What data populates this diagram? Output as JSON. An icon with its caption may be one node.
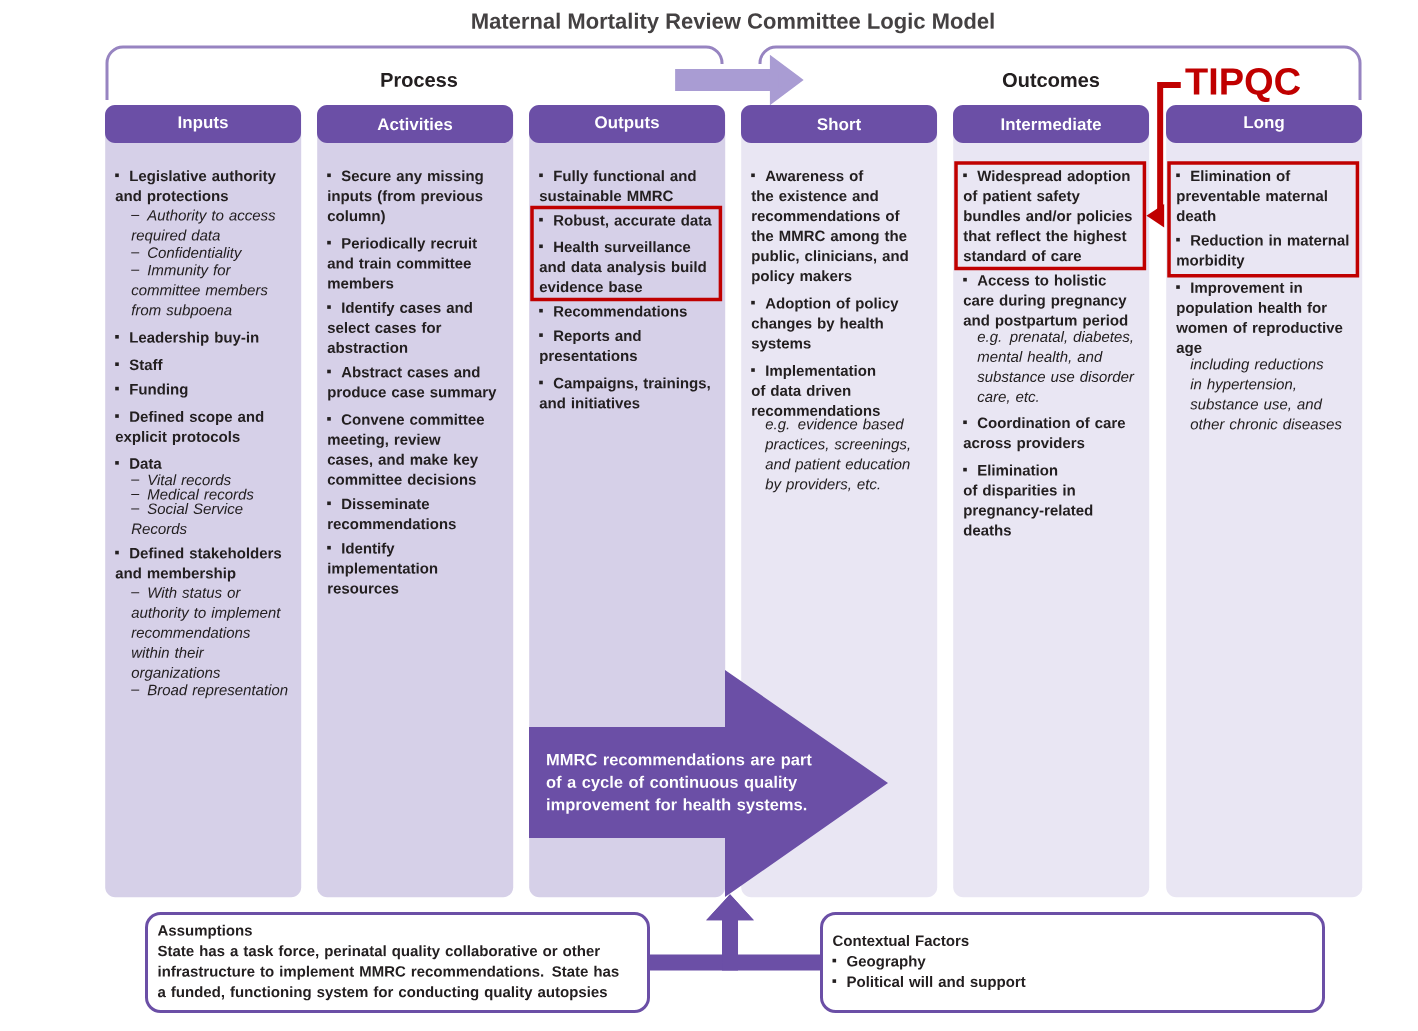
{
  "diagram": {
    "title": "Maternal Mortality Review Committee Logic Model",
    "nodes": [
      {
        "text": [
          "Process"
        ]
      },
      {
        "text": [
          "Outcomes"
        ]
      },
      {
        "text": [
          "Inputs",
          "Legislative authority and protections",
          "Authority to access required data",
          "Confidentiality",
          "Immunity for committee members from subpoena",
          "Leadership buy-in",
          "Staff",
          "Funding",
          "Defined scope and explicit protocols",
          "Data",
          "Vital records",
          "Medical records",
          "Social Service Records",
          "Defined stakeholders and membership",
          "With status or authority to implement recommendations within their organizations",
          "Broad representation"
        ]
      },
      {
        "text": [
          "Activities",
          "Secure any missing inputs (from previous column)",
          "Periodically recruit and train committee members",
          "Identify cases and select cases for abstraction",
          "Abstract cases and produce case summary",
          "Convene committee meeting, review cases, and make key committee decisions",
          "Disseminate recommendations",
          "Identify implementation resources"
        ]
      },
      {
        "text": [
          "Outputs",
          "Fully functional and sustainable MMRC",
          "Recommendations",
          "Reports and presentations",
          "Campaigns, trainings, and initiatives"
        ]
      },
      {
        "text": [
          "Short",
          "Awareness of the existence and recommendations of the MMRC among the public, clinicians, and policy makers",
          "Adoption of policy changes by health systems",
          "Implementation of data driven recommendations",
          "e.g. evidence based practices, screenings, and patient education by providers, etc."
        ]
      },
      {
        "text": [
          "Intermediate",
          "Access to holistic care during pregnancy and postpartum period",
          "e.g. prenatal, diabetes, mental health, and substance use disorder care, etc.",
          "Coordination of care across providers",
          "Elimination of disparities in pregnancy-related deaths"
        ]
      },
      {
        "text": [
          "Long",
          "Improvement in population health for women of reproductive age",
          "including reductions in hypertension, substance use, and other chronic diseases"
        ]
      },
      {
        "text": [
          "TIPQC"
        ],
        "in": 1
      },
      {
        "text": [
          "Robust, accurate data",
          "Health surveillance and data analysis build evidence base"
        ],
        "in": 4
      },
      {
        "text": [
          "Widespread adoption of patient safety bundles and/or policies that reflect the highest standard of care"
        ],
        "in": 6
      },
      {
        "text": [
          "Elimination of preventable maternal death",
          "Reduction in maternal morbidity"
        ],
        "in": 7
      },
      {
        "text": [
          "MMRC recommendations are part of a cycle of continuous quality improvement for health systems."
        ]
      },
      {
        "text": [
          "Assumptions",
          "State has a task force, perinatal quality collaborative or other infrastructure to implement MMRC recommendations. State has a funded, functioning system for conducting quality autopsies"
        ]
      },
      {
        "text": [
          "Contextual Factors",
          "Geography",
          "Political will and support"
        ]
      }
    ],
    "edges": [
      {
        "from": 0,
        "to": 1,
        "arrow": "to",
        "color": "#a99cd3"
      },
      {
        "from": 8,
        "to": 10,
        "arrow": "to",
        "color": "#c00000"
      },
      {
        "from": 13,
        "to": 12,
        "arrow": "to"
      },
      {
        "from": 14,
        "to": 12,
        "arrow": "to"
      }
    ]
  }
}
